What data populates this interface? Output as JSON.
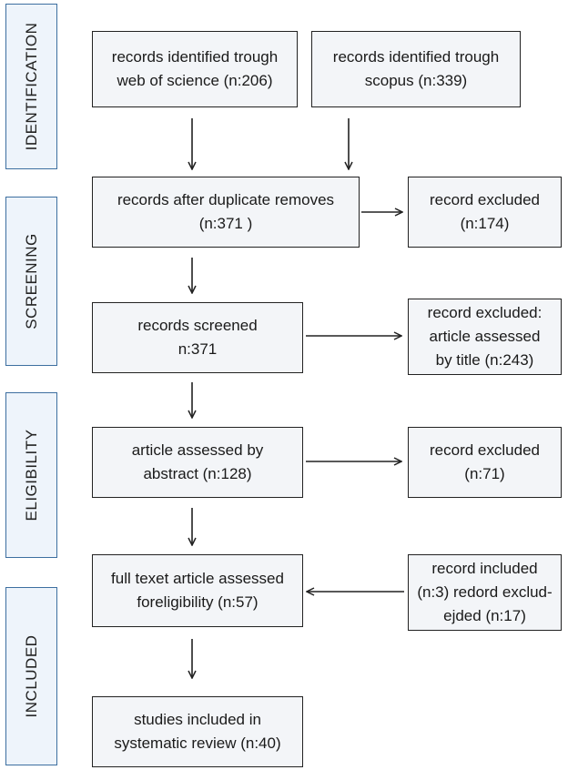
{
  "phases": {
    "identification": "IDENTIFICATION",
    "screening": "SCREENING",
    "eligibility": "ELIGIBILITY",
    "included": "INCLUDED"
  },
  "boxes": {
    "wos": "records identified trough\nweb of science (n:206)",
    "scopus": "records identified trough\nscopus (n:339)",
    "after_duplicates": "records after duplicate removes\n(n:371 )",
    "excluded_duplicates": "record excluded\n(n:174)",
    "screened": "records screened\nn:371",
    "excluded_title": "record excluded:\narticle assessed\nby title (n:243)",
    "abstract": "article assessed by\nabstract (n:128)",
    "excluded_abstract": "record excluded\n(n:71)",
    "fulltext": "full texet article assessed\nforeligibility (n:57)",
    "included_excluded": "record included\n(n:3) redord exclud-\nejded (n:17)",
    "final": "studies included in\nsystematic review (n:40)"
  }
}
